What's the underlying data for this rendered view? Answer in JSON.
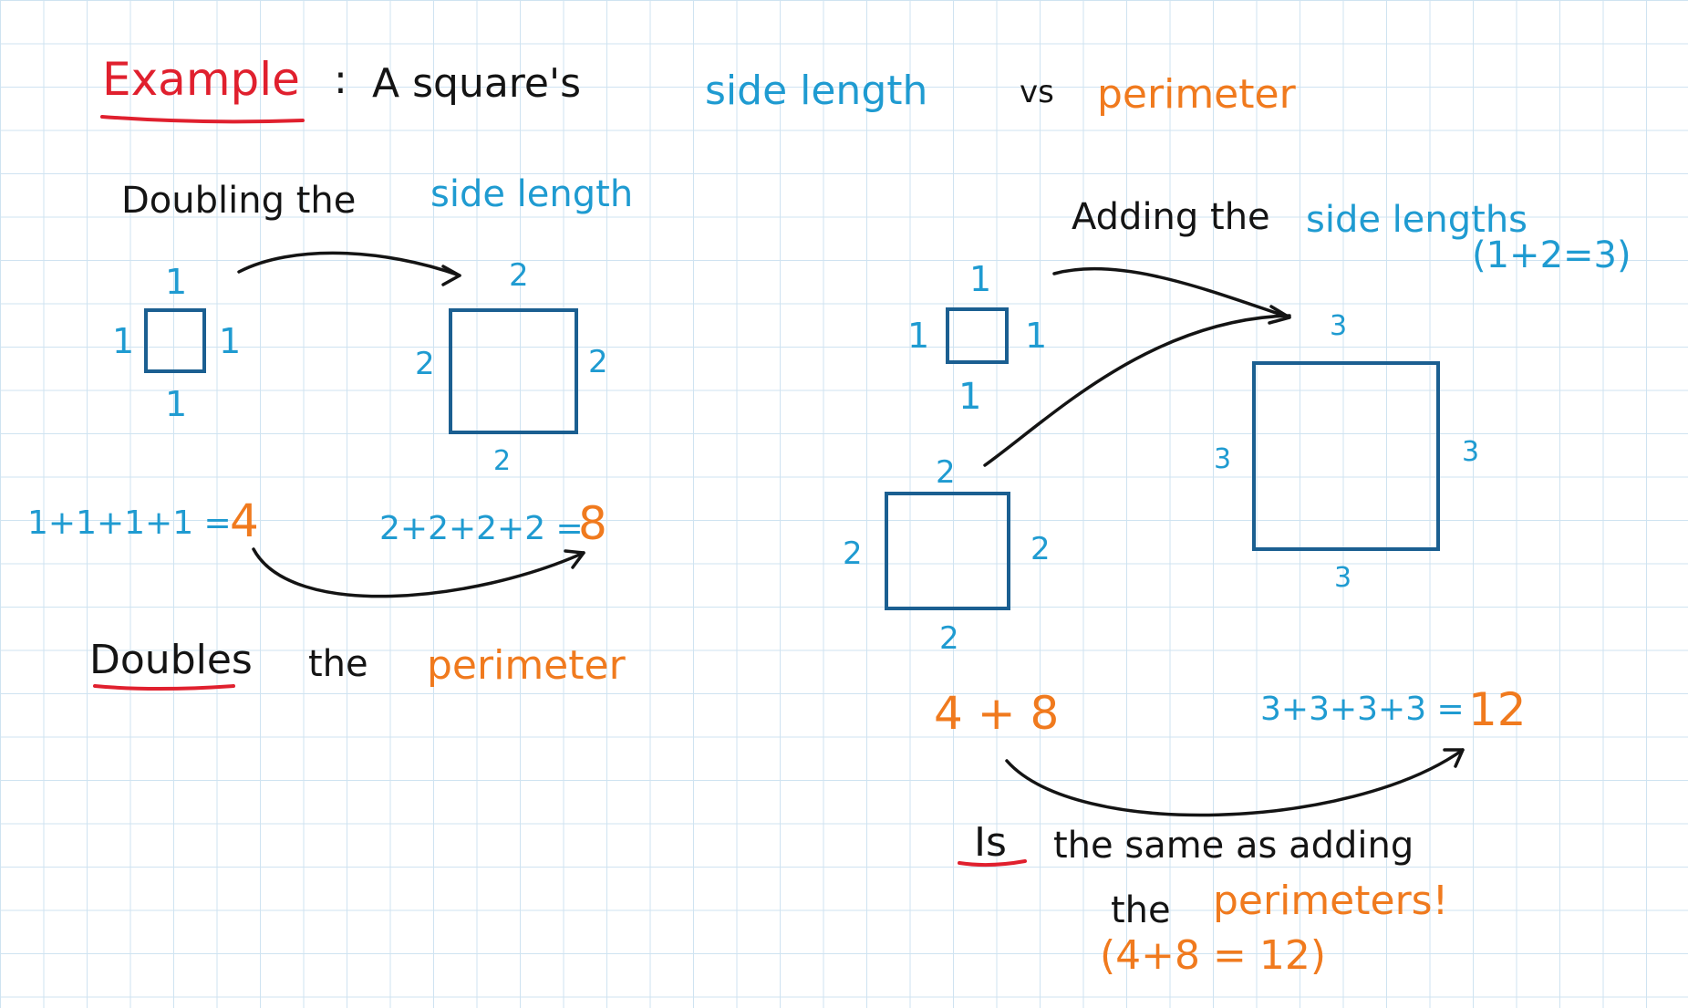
{
  "title": {
    "example": "Example",
    "colon": ":",
    "a_squares": "A square's",
    "side_length": "side length",
    "vs": "vs",
    "perimeter": "perimeter"
  },
  "left": {
    "heading_prefix": "Doubling the",
    "heading_colored": "side length",
    "small_square": {
      "top": "1",
      "left": "1",
      "right": "1",
      "bottom": "1"
    },
    "big_square": {
      "top": "2",
      "left": "2",
      "right": "2",
      "bottom": "2"
    },
    "sum_small_expr": "1+1+1+1 =",
    "sum_small_result": "4",
    "sum_big_expr": "2+2+2+2 =",
    "sum_big_result": "8",
    "conclusion_underlined": "Doubles",
    "conclusion_middle": "the",
    "conclusion_colored": "perimeter"
  },
  "right": {
    "heading_prefix": "Adding the",
    "heading_colored": "side lengths",
    "heading_note": "(1+2=3)",
    "square_one": {
      "top": "1",
      "left": "1",
      "right": "1",
      "bottom": "1"
    },
    "square_two": {
      "top": "2",
      "left": "2",
      "right": "2",
      "bottom": "2"
    },
    "square_three": {
      "top": "3",
      "left": "3",
      "right": "3",
      "bottom": "3"
    },
    "perimeter_sum": "4 + 8",
    "sum_three_expr": "3+3+3+3 =",
    "sum_three_result": "12",
    "conclusion_underlined": "Is",
    "conclusion_rest": "the same as adding",
    "conclusion_line2_prefix": "the",
    "conclusion_line2_colored": "perimeters!",
    "conclusion_line3": "(4+8 = 12)"
  },
  "colors": {
    "ink": "#141414",
    "blue": "#1f9bd1",
    "orange": "#f07a1e",
    "red": "#e0202e",
    "square_stroke": "#1b5f91",
    "grid": "#cfe3f1"
  }
}
